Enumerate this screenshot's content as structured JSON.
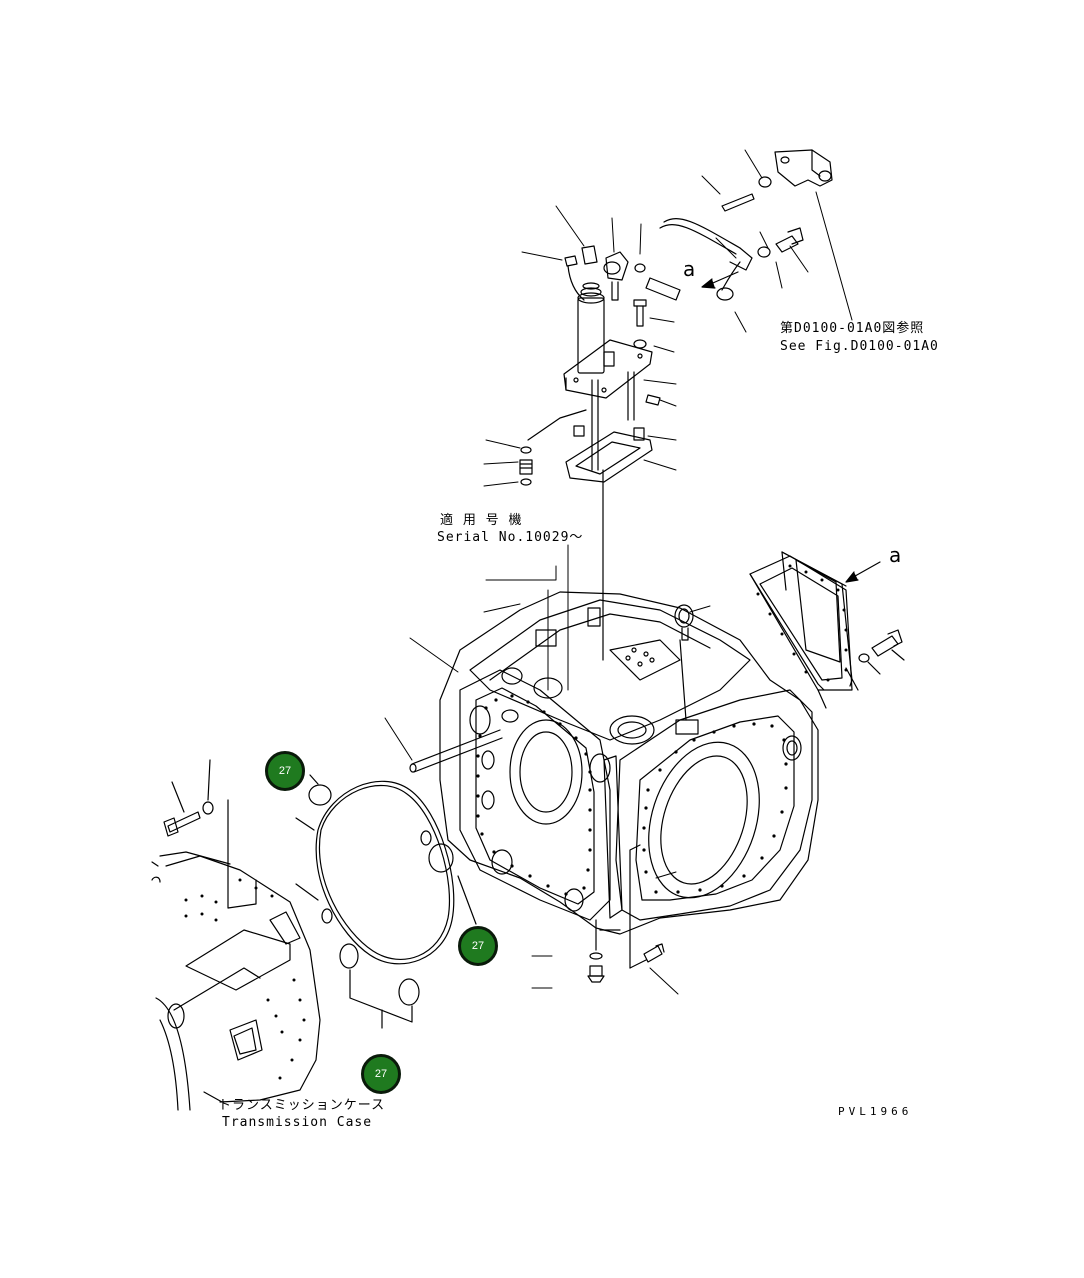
{
  "callouts": [
    {
      "label": "27"
    },
    {
      "label": "27"
    },
    {
      "label": "27"
    }
  ],
  "labels": {
    "ref_jp": "第D0100-01A0図参照",
    "ref_en": "See Fig.D0100-01A0",
    "serial_jp": "適 用 号 機",
    "serial_en": "Serial No.10029～",
    "view_a_top": "a",
    "view_a_right": "a",
    "trans_jp": "トランスミッションケース",
    "trans_en": "Transmission Case",
    "drawing_code": "PVL1966"
  },
  "colors": {
    "callout_fill": "#1f7a1f",
    "callout_border": "#0a1a0a",
    "line": "#000000"
  }
}
